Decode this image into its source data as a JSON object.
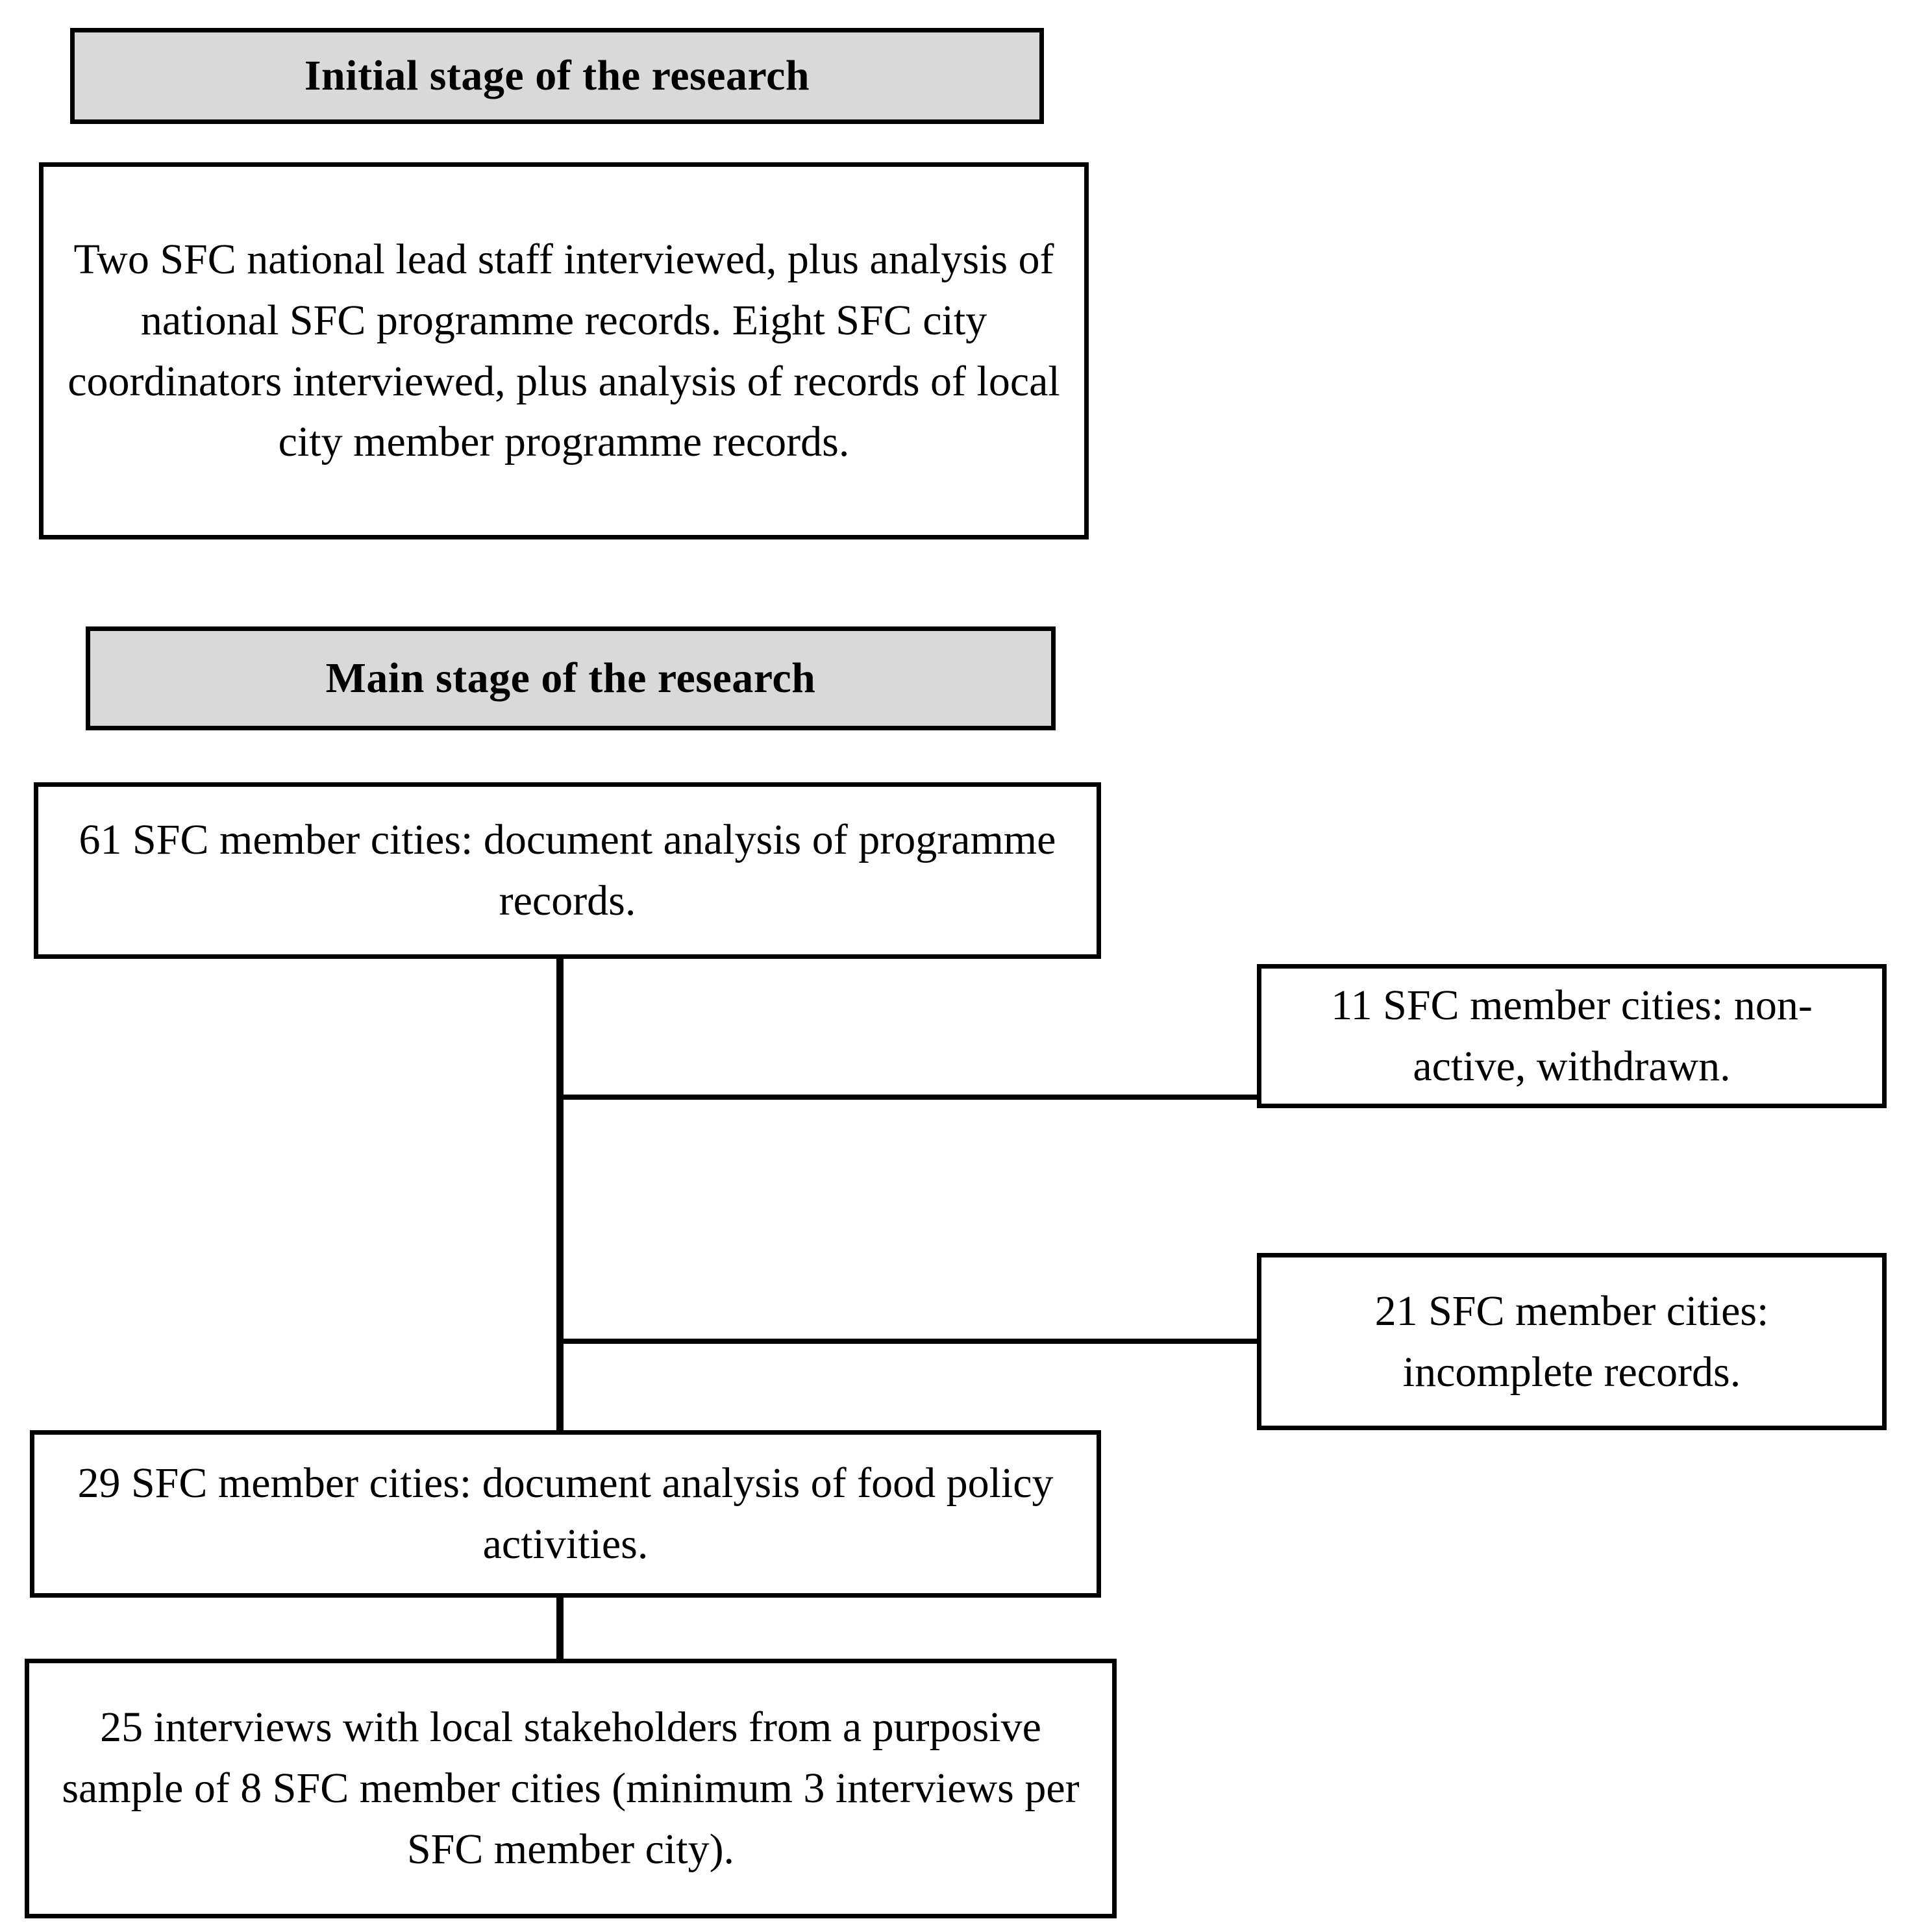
{
  "diagram": {
    "title": "Research stages flowchart",
    "colors": {
      "header_fill": "#D9D9D9",
      "box_fill": "#FFFFFF",
      "stroke": "#000000"
    },
    "nodes": {
      "initial_stage_header": "Initial stage of the research",
      "initial_stage_body": "Two SFC national lead staff interviewed, plus analysis of national SFC programme records. Eight SFC city coordinators interviewed, plus analysis of records of local city member programme records.",
      "main_stage_header": "Main stage of the research",
      "main_61_cities": "61 SFC member cities: document analysis of programme records.",
      "excluded_11_cities": "11 SFC member cities: non-active, withdrawn.",
      "excluded_21_cities": "21 SFC member cities: incomplete records.",
      "main_29_cities": "29 SFC member cities: document analysis of food policy activities.",
      "main_25_interviews": "25 interviews with local stakeholders from a purposive sample of 8 SFC member cities (minimum 3 interviews per SFC member city)."
    },
    "flow": {
      "stem_label": "vertical-flow-stem",
      "branch_1_label": "branch-to-non-active-cities",
      "branch_2_label": "branch-to-incomplete-records",
      "link_29_to_25_label": "link-29-cities-to-25-interviews"
    }
  }
}
